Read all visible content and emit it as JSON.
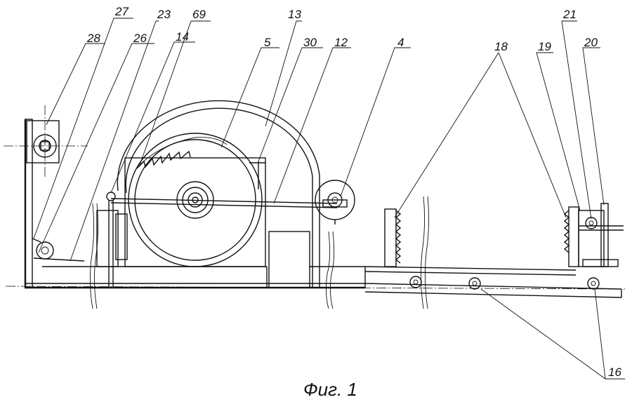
{
  "caption": "Фиг. 1",
  "labels": [
    {
      "id": "28",
      "text": "28"
    },
    {
      "id": "27",
      "text": "27"
    },
    {
      "id": "23",
      "text": "23"
    },
    {
      "id": "26",
      "text": "26"
    },
    {
      "id": "14",
      "text": "14"
    },
    {
      "id": "69",
      "text": "69"
    },
    {
      "id": "5",
      "text": "5"
    },
    {
      "id": "13",
      "text": "13"
    },
    {
      "id": "30",
      "text": "30"
    },
    {
      "id": "12",
      "text": "12"
    },
    {
      "id": "4",
      "text": "4"
    },
    {
      "id": "18",
      "text": "18"
    },
    {
      "id": "19",
      "text": "19"
    },
    {
      "id": "21",
      "text": "21"
    },
    {
      "id": "20",
      "text": "20"
    },
    {
      "id": "16",
      "text": "16"
    }
  ]
}
